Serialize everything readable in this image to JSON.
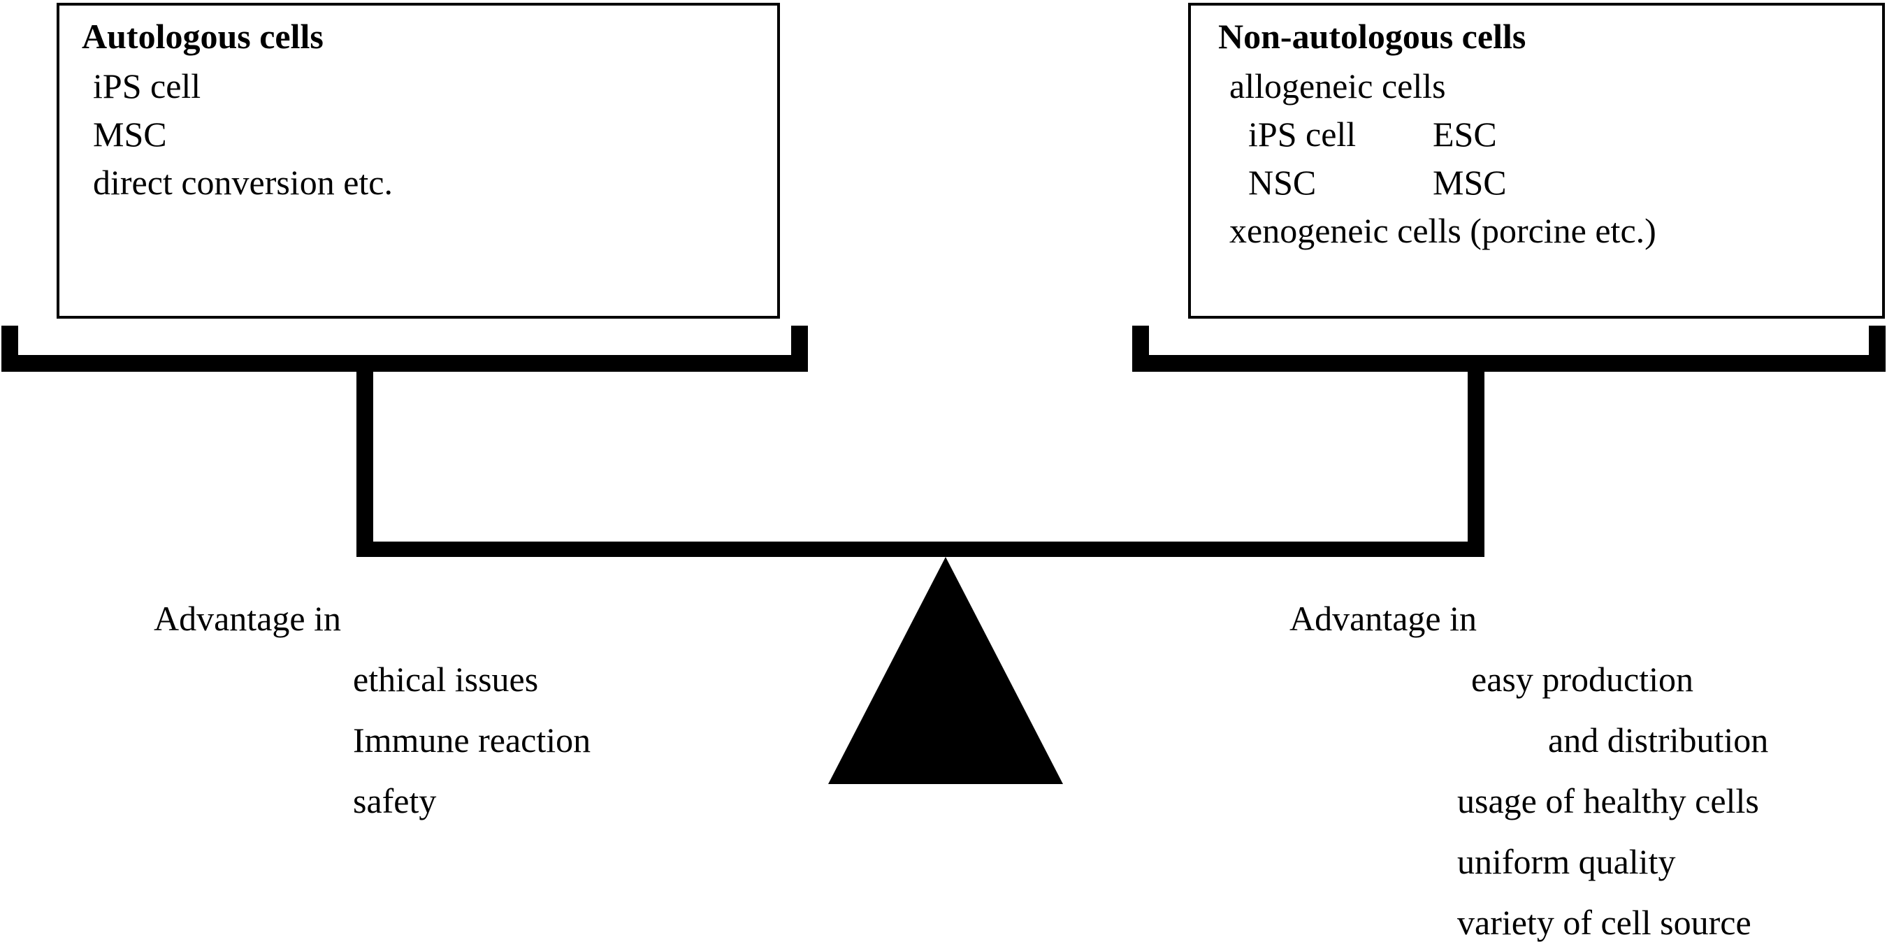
{
  "diagram": {
    "type": "balance-scale-comparison",
    "colors": {
      "ink": "#000000",
      "background": "#ffffff"
    },
    "left_box": {
      "title": "Autologous cells",
      "lines": [
        "iPS cell",
        "MSC",
        "direct conversion etc."
      ]
    },
    "right_box": {
      "title": "Non-autologous cells",
      "lines": [
        "allogeneic cells",
        "xenogeneic cells (porcine etc.)"
      ],
      "grid": [
        {
          "col1": "iPS cell",
          "col2": "ESC"
        },
        {
          "col1": "NSC",
          "col2": "MSC"
        }
      ]
    },
    "left_advantages": {
      "heading": "Advantage in",
      "items": [
        "ethical issues",
        "Immune reaction",
        "safety"
      ]
    },
    "right_advantages": {
      "heading": "Advantage in",
      "items": [
        "easy production",
        "and distribution",
        "usage of healthy cells",
        "uniform quality",
        "variety of cell source"
      ]
    }
  }
}
